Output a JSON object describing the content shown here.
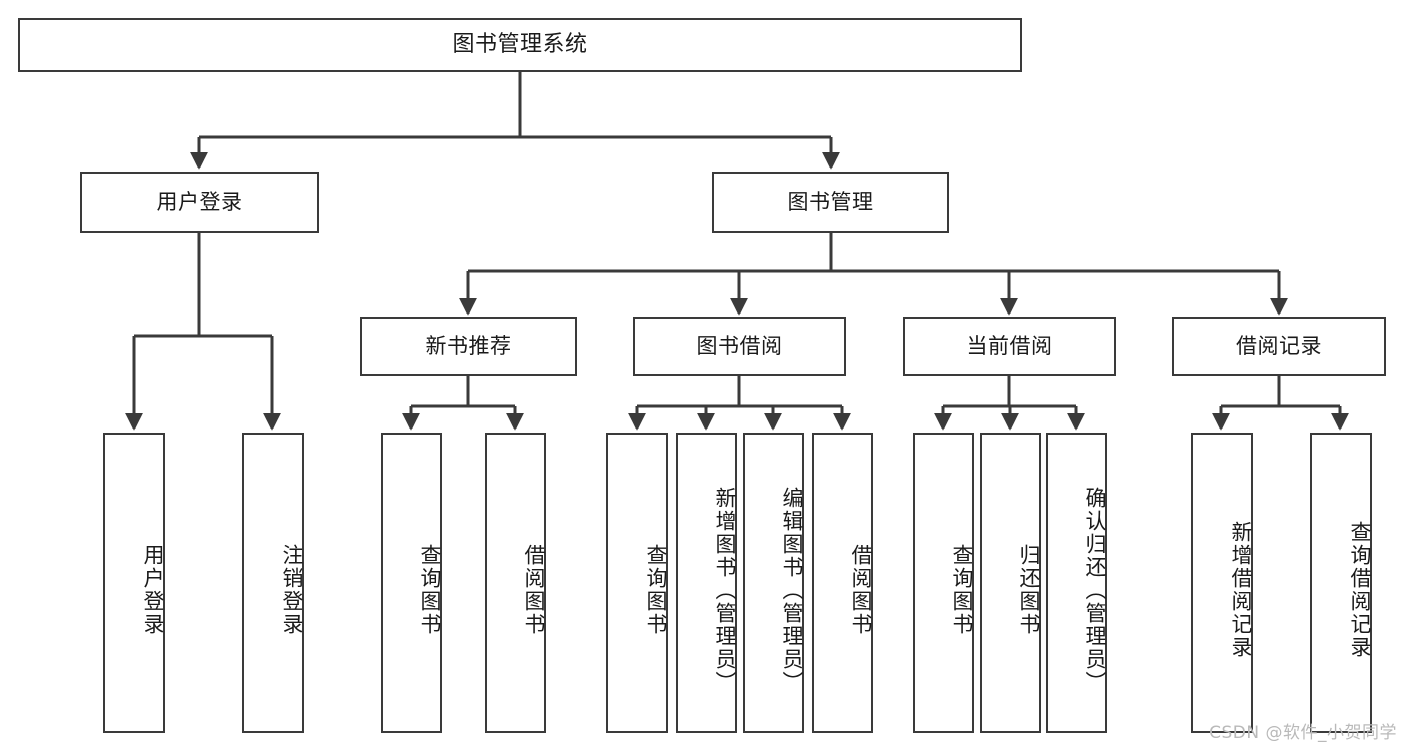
{
  "diagram": {
    "title": "图书管理系统",
    "type": "tree",
    "watermark": "CSDN @软件_小贺同学",
    "colors": {
      "stroke": "#3a3a3a",
      "fill": "#ffffff",
      "text": "#1a1a1a",
      "watermark": "#b9b9b9"
    },
    "nodes": {
      "root": {
        "label": "图书管理系统"
      },
      "level1": [
        {
          "label": "用户登录"
        },
        {
          "label": "图书管理"
        }
      ],
      "level2": [
        {
          "label": "新书推荐"
        },
        {
          "label": "图书借阅"
        },
        {
          "label": "当前借阅"
        },
        {
          "label": "借阅记录"
        }
      ],
      "leaves": {
        "user_login": [
          {
            "label": "用户登录"
          },
          {
            "label": "注销登录"
          }
        ],
        "new_book": [
          {
            "label": "查询图书"
          },
          {
            "label": "借阅图书"
          }
        ],
        "book_borrow": [
          {
            "label": "查询图书"
          },
          {
            "label": "新增图书（管理员）"
          },
          {
            "label": "编辑图书（管理员）"
          },
          {
            "label": "借阅图书"
          }
        ],
        "current_borrow": [
          {
            "label": "查询图书"
          },
          {
            "label": "归还图书"
          },
          {
            "label": "确认归还（管理员）"
          }
        ],
        "borrow_record": [
          {
            "label": "新增借阅记录"
          },
          {
            "label": "查询借阅记录"
          }
        ]
      }
    }
  }
}
